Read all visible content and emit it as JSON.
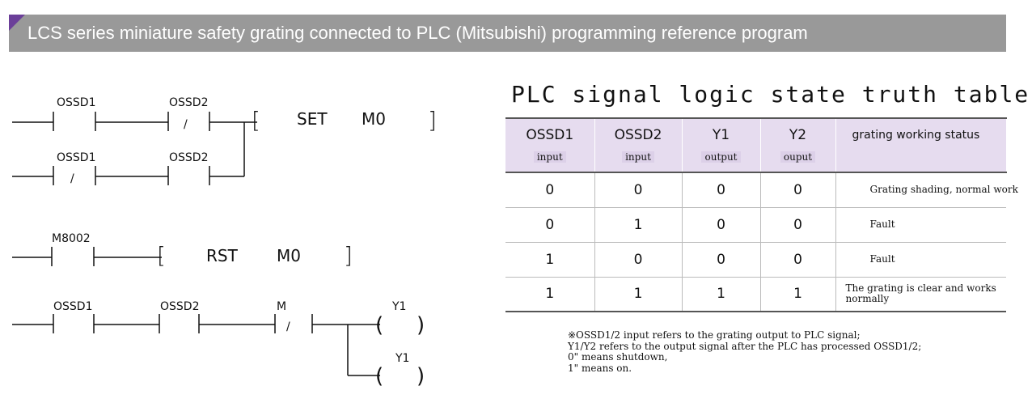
{
  "header": {
    "title": "LCS series miniature safety grating connected to PLC (Mitsubishi) programming reference program"
  },
  "ladder": {
    "rung1": {
      "contact1": "OSSD1",
      "contact2": "OSSD2",
      "contact3": "OSSD1",
      "contact4": "OSSD2",
      "instruction": "SET",
      "operand": "M0"
    },
    "rung2": {
      "contact": "M8002",
      "instruction": "RST",
      "operand": "M0"
    },
    "rung3": {
      "contact1": "OSSD1",
      "contact2": "OSSD2",
      "contact3": "M",
      "coil1": "Y1",
      "coil2": "Y1"
    },
    "slash": "/",
    "open_bracket": "[",
    "close_bracket": "]",
    "coil_open": "(",
    "coil_close": ")"
  },
  "truth_table": {
    "title": "PLC signal logic state truth table",
    "headers": [
      {
        "name": "OSSD1",
        "sub": "input"
      },
      {
        "name": "OSSD2",
        "sub": "input"
      },
      {
        "name": "Y1",
        "sub": "output"
      },
      {
        "name": "Y2",
        "sub": "ouput"
      },
      {
        "name": "grating working status",
        "sub": ""
      }
    ],
    "rows": [
      {
        "ossd1": "0",
        "ossd2": "0",
        "y1": "0",
        "y2": "0",
        "status": "Grating shading, normal work"
      },
      {
        "ossd1": "0",
        "ossd2": "1",
        "y1": "0",
        "y2": "0",
        "status": "Fault"
      },
      {
        "ossd1": "1",
        "ossd2": "0",
        "y1": "0",
        "y2": "0",
        "status": "Fault"
      },
      {
        "ossd1": "1",
        "ossd2": "1",
        "y1": "1",
        "y2": "1",
        "status": "The grating is clear and works normally"
      }
    ]
  },
  "note": {
    "lines": [
      "※OSSD1/2 input refers to the grating output to PLC signal;",
      "Y1/Y2 refers to the output signal after the PLC has processed OSSD1/2;",
      "0\" means shutdown,",
      "1\" means on."
    ]
  }
}
